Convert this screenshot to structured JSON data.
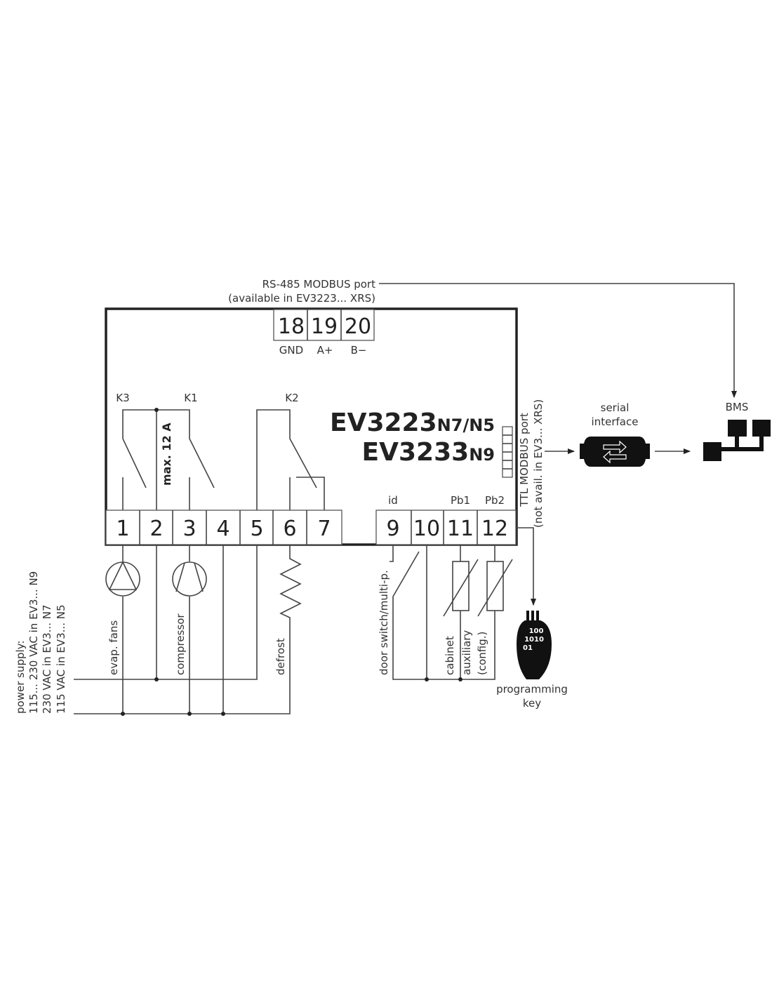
{
  "rs485": {
    "line1": "RS-485 MODBUS port",
    "line2": "(available in EV3223... XRS)"
  },
  "top_terminals": [
    {
      "num": "18",
      "label": "GND"
    },
    {
      "num": "19",
      "label": "A+"
    },
    {
      "num": "20",
      "label": "B−"
    }
  ],
  "relays": {
    "k3": "K3",
    "k1": "K1",
    "k2": "K2"
  },
  "max_current": "max. 12 A",
  "models": {
    "m1_main": "EV3223",
    "m1_sub": "N7/N5",
    "m2_main": "EV3233",
    "m2_sub": "N9"
  },
  "ttl": {
    "line1": "TTL MODBUS port",
    "line2": "(not avail. in EV3... XRS)"
  },
  "bottom_terminals": [
    "1",
    "2",
    "3",
    "4",
    "5",
    "6",
    "7"
  ],
  "input_terminals": [
    "9",
    "10",
    "11",
    "12"
  ],
  "input_labels": {
    "id": "id",
    "pb1": "Pb1",
    "pb2": "Pb2"
  },
  "loads": {
    "fans": "evap. fans",
    "compressor": "compressor",
    "defrost": "defrost"
  },
  "power": {
    "line1": "power supply:",
    "line2": "115... 230 VAC in EV3... N9",
    "line3": "230 VAC in EV3... N7",
    "line4": "115 VAC in EV3... N5"
  },
  "inputs": {
    "door": "door switch/multi-p.",
    "cabinet": "cabinet",
    "auxiliary": "auxiliary",
    "config": "(config.)"
  },
  "serial": {
    "line1": "serial",
    "line2": "interface"
  },
  "bms": "BMS",
  "key": {
    "line1": "programming",
    "line2": "key",
    "bits1": "100",
    "bits2": "1010",
    "bits3": "01"
  }
}
